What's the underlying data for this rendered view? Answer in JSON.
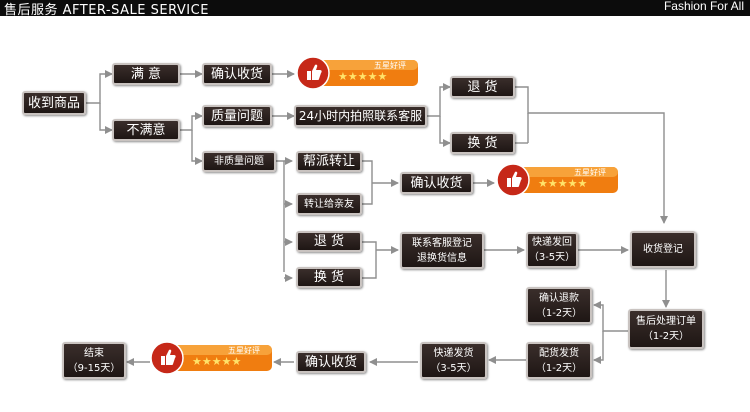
{
  "header": {
    "title": "售后服务 AFTER-SALE SERVICE",
    "tagline": "Fashion For All",
    "background": "#0c0c0c"
  },
  "nodes": {
    "receive_goods": "收到商品",
    "satisfied": "满 意",
    "unsatisfied": "不满意",
    "confirm_receipt_top": "确认收货",
    "quality_issue": "质量问题",
    "non_quality_issue": "非质量问题",
    "photo_contact": "24小时内拍照联系客服",
    "return_top": "退 货",
    "exchange_top": "换 货",
    "help_transfer": "帮派转让",
    "transfer_friend": "转让给亲友",
    "confirm_receipt_mid": "确认收货",
    "return_mid": "退 货",
    "exchange_mid": "换 货",
    "contact_service_line1": "联系客服登记",
    "contact_service_line2": "退换货信息",
    "ship_back_line1": "快递发回",
    "ship_back_line2": "（3-5天）",
    "receipt_register": "收货登记",
    "confirm_refund_line1": "确认退款",
    "confirm_refund_line2": "（1-2天）",
    "after_sale_order_line1": "售后处理订单",
    "after_sale_order_line2": "（1-2天）",
    "deliver_line1": "配货发货",
    "deliver_line2": "（1-2天）",
    "express_ship_line1": "快递发货",
    "express_ship_line2": "（3-5天）",
    "confirm_receipt_bottom": "确认收货",
    "end_line1": "结束",
    "end_line2": "（9-15天）"
  },
  "badges": {
    "label": "五星好评",
    "stars": "★★★★★"
  },
  "colors": {
    "node_fill": "#2a201e",
    "node_border": "#c9c3c0",
    "connector": "#8f8f8f",
    "badge_orange": "#f07d10",
    "badge_red": "#c62818",
    "star": "#ffe36a"
  },
  "icons": {
    "badge_icon": "thumbs-up-icon",
    "star_icon": "star-icon"
  }
}
